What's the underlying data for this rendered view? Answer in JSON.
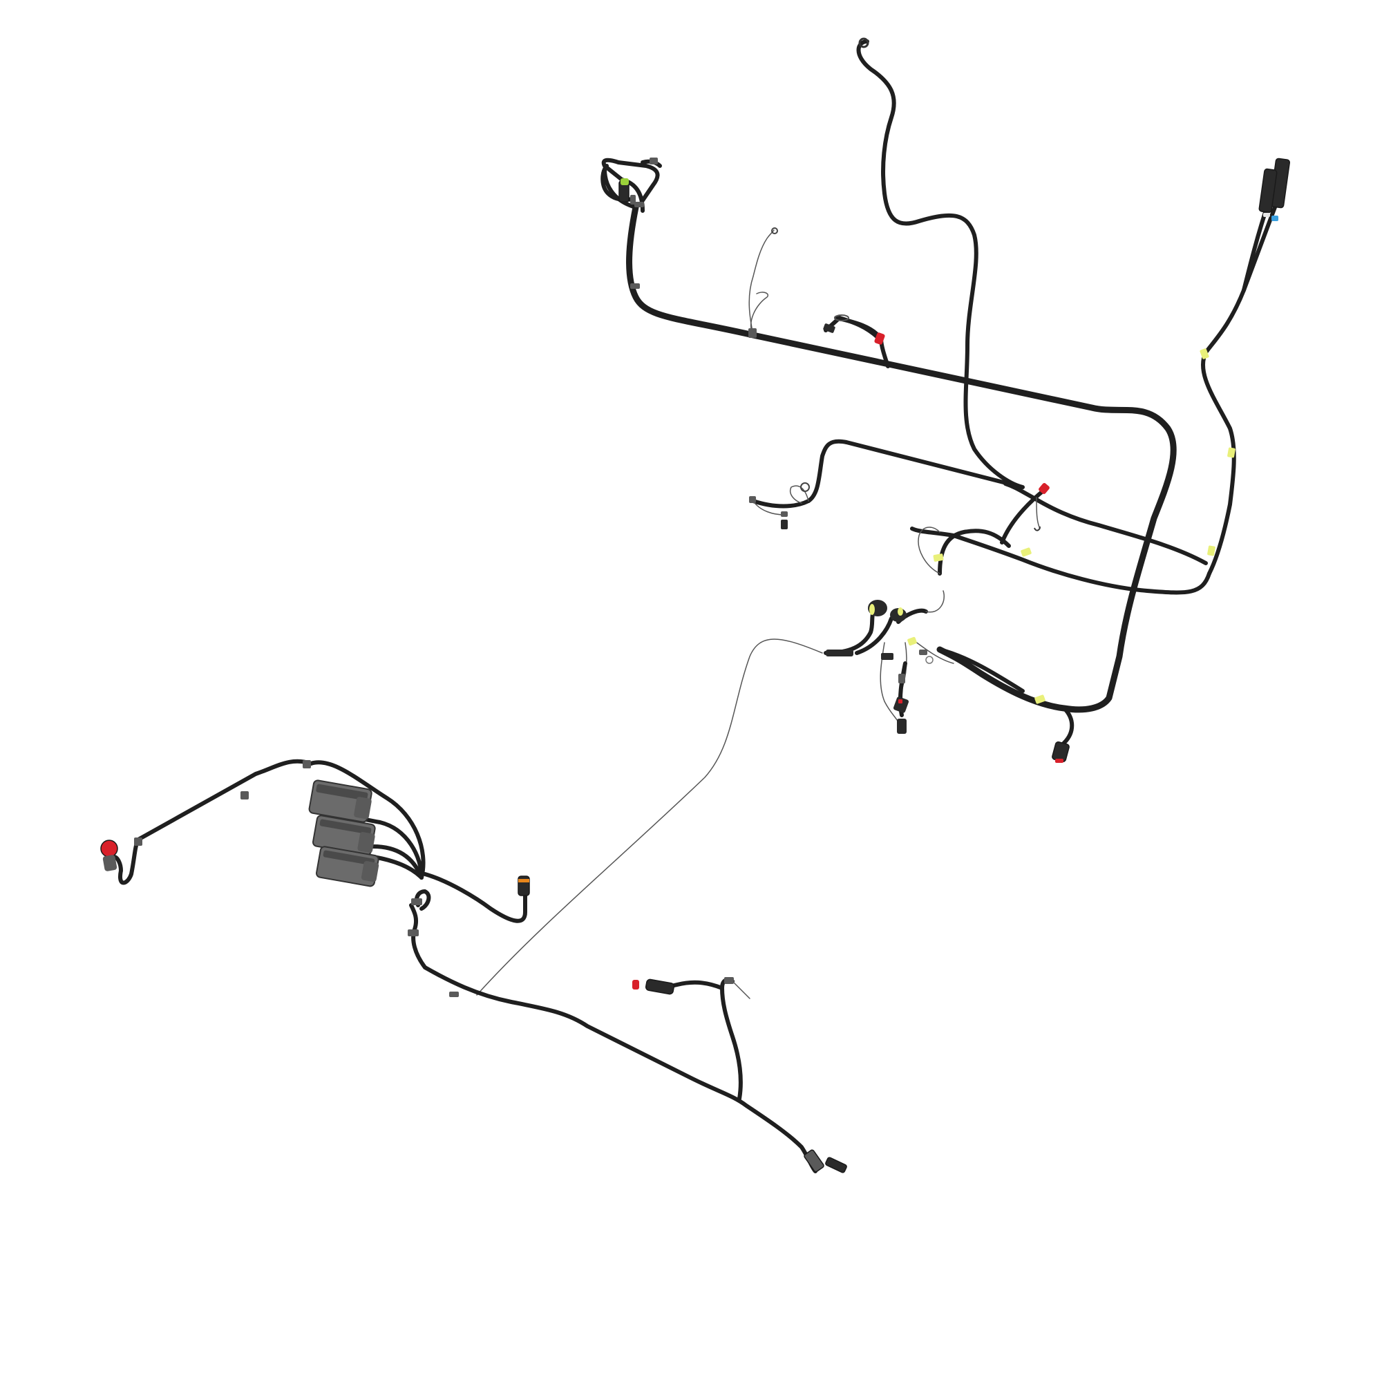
{
  "colors": {
    "background": "#ffffff",
    "cable": "#1f1f1f",
    "cable_fine": "#555555",
    "tape_yellow": "#e9f07a",
    "connector_red": "#d8202a",
    "connector_green": "#9bd23a",
    "connector_blue": "#3aa0e0",
    "connector_orange": "#e8861c",
    "connector_grey": "#5a5a5a",
    "connector_dark": "#2a2a2a",
    "ecu_grey": "#6b6b6b"
  },
  "components": [
    {
      "name": "ecu-module-stack",
      "icon": "ecu-module-icon"
    },
    {
      "name": "red-round-connector",
      "icon": "round-connector-icon"
    },
    {
      "name": "black-plug-connector-pair",
      "icon": "plug-connector-icon"
    },
    {
      "name": "green-sensor-connector",
      "icon": "sensor-connector-icon"
    },
    {
      "name": "orange-plug-connector",
      "icon": "plug-connector-icon"
    },
    {
      "name": "red-plug-connector",
      "icon": "plug-connector-icon"
    },
    {
      "name": "ring-terminal",
      "icon": "ring-terminal-icon"
    }
  ]
}
